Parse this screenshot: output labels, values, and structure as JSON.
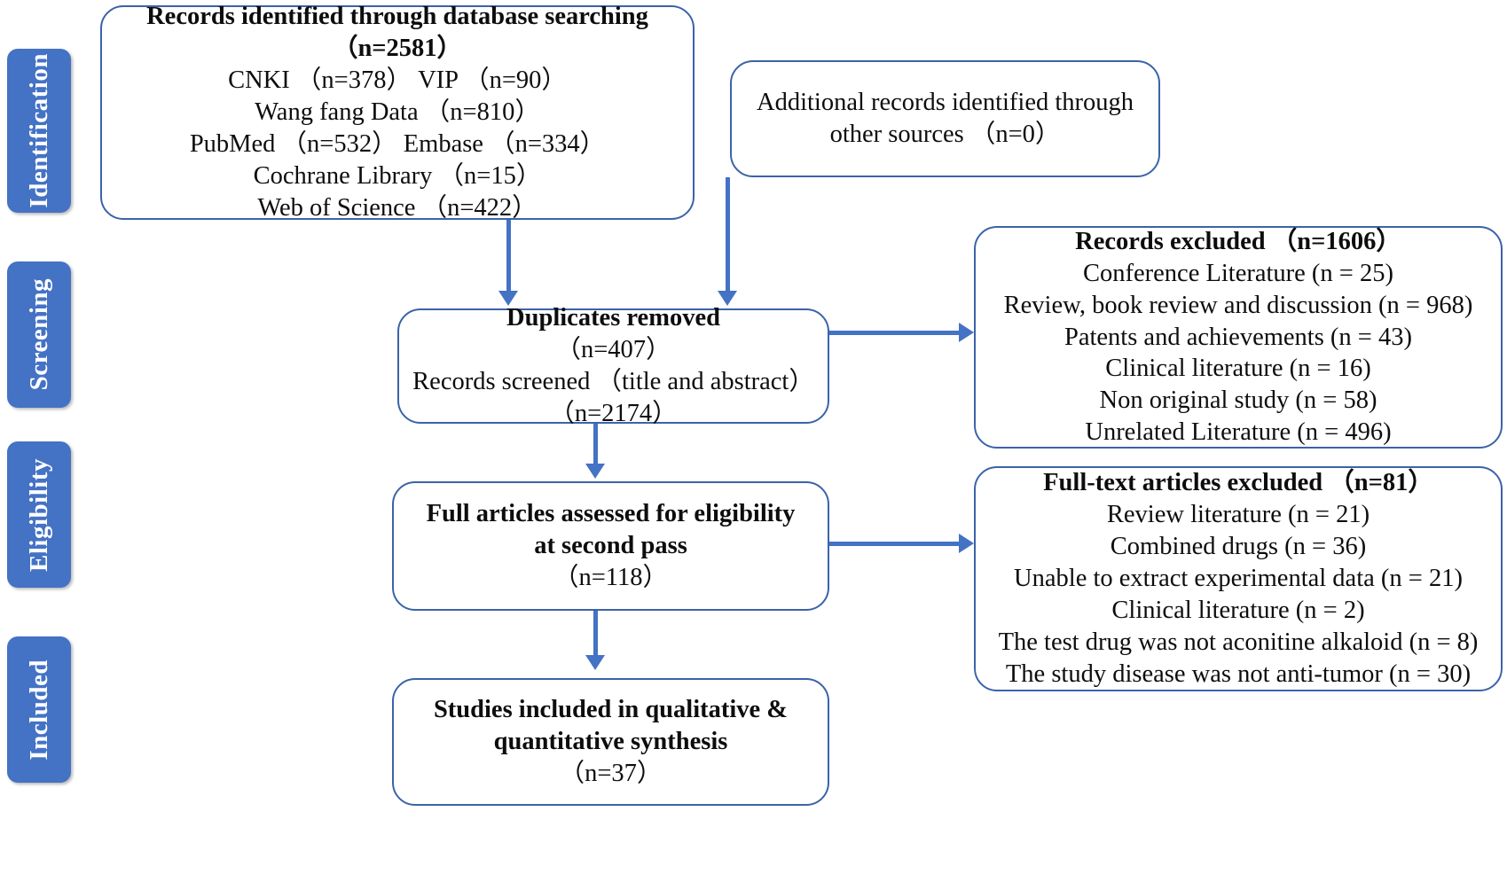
{
  "diagram": {
    "title": "PRISMA study selection flow diagram",
    "accent_color": "#4472C4",
    "box_border_color": "#3B63A8",
    "text_color": "#0d0d0d"
  },
  "stages": [
    {
      "id": "identification",
      "label": "Identification"
    },
    {
      "id": "screening",
      "label": "Screening"
    },
    {
      "id": "eligibility",
      "label": "Eligibility"
    },
    {
      "id": "included",
      "label": "Included"
    }
  ],
  "boxes": {
    "records_identified": {
      "heading1": "Records identified through database searching",
      "heading2": "（n=2581）",
      "lines": [
        "CNKI （n=378）  VIP （n=90）",
        "Wang fang Data （n=810）",
        "PubMed （n=532）  Embase （n=334）",
        "Cochrane Library （n=15）",
        "Web of Science （n=422）"
      ]
    },
    "additional_records": {
      "line1": "Additional records identified through",
      "line2": "other sources （n=0）"
    },
    "duplicates_removed": {
      "heading": "Duplicates removed",
      "lines": [
        "（n=407）",
        "Records screened  （title and abstract）",
        "（n=2174）"
      ]
    },
    "records_excluded": {
      "heading": "Records excluded （n=1606）",
      "lines": [
        "Conference Literature (n = 25)",
        "Review, book review and discussion (n = 968)",
        "Patents and achievements (n = 43)",
        "Clinical literature (n = 16)",
        "Non original study (n = 58)",
        "Unrelated Literature (n = 496)"
      ]
    },
    "full_articles_assessed": {
      "heading1": "Full articles assessed for eligibility",
      "heading2": "at second pass",
      "lines": [
        "（n=118）"
      ]
    },
    "fulltext_excluded": {
      "heading": "Full-text articles excluded （n=81）",
      "lines": [
        "Review literature (n = 21)",
        "Combined drugs (n = 36)",
        "Unable to extract experimental data (n = 21)",
        "Clinical literature (n = 2)",
        "The test drug was not aconitine alkaloid (n = 8)",
        "The study disease was not anti-tumor (n = 30)"
      ]
    },
    "studies_included": {
      "heading1": "Studies included in qualitative &",
      "heading2": "quantitative synthesis",
      "lines": [
        "（n=37）"
      ]
    }
  }
}
